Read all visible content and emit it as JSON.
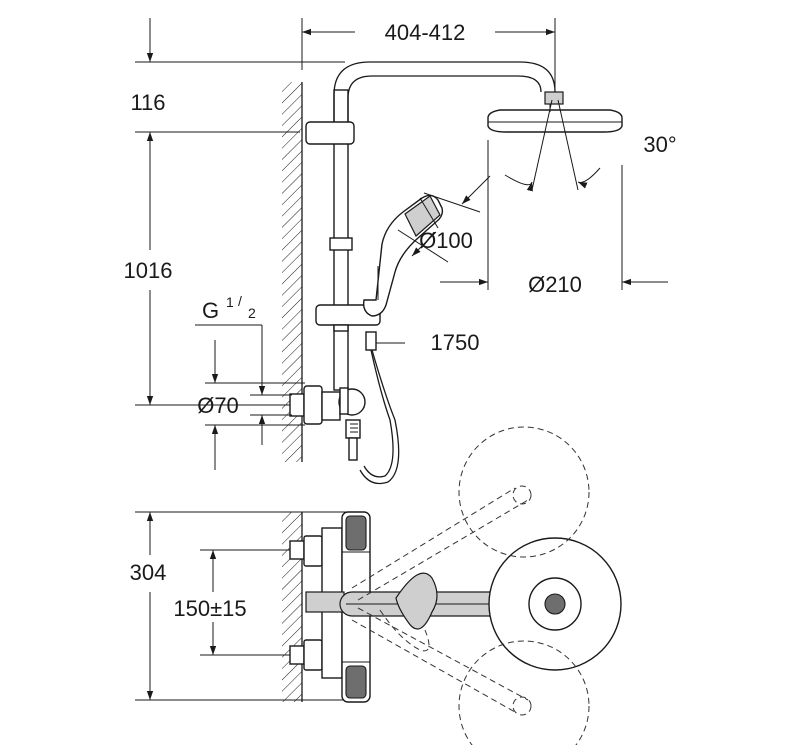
{
  "dimensions": {
    "width_range": "404-412",
    "offset_top": "116",
    "rail_height": "1016",
    "thread_label": "G",
    "thread_num": "1",
    "thread_den": "2",
    "connector_diameter": "Ø70",
    "head_angle": "30°",
    "hand_shower_diameter": "Ø100",
    "head_shower_diameter": "Ø210",
    "hose_length": "1750",
    "mixer_height": "304",
    "inlet_spacing": "150±15"
  },
  "colors": {
    "line": "#1a1a1a",
    "chrome": "#cfcfcf",
    "dark": "#6e6e6e"
  }
}
